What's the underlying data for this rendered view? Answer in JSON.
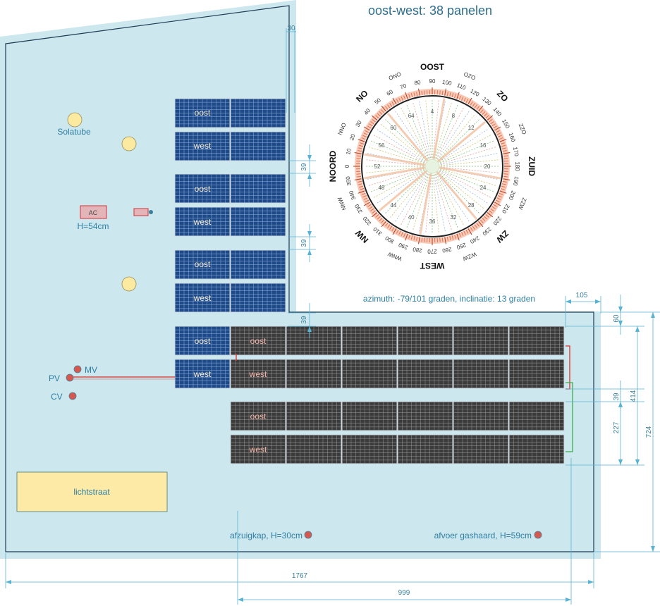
{
  "title": "oost-west: 38 panelen",
  "orientation_note": "azimuth: -79/101 graden, inclinatie: 13 graden",
  "colors": {
    "roof_fill": "#cde7ee",
    "roof_stroke": "#1c3b54",
    "blue_panel": "#1f4a8a",
    "blue_panel_grid": "#8fb0d8",
    "grey_panel": "#3b3b3b",
    "grey_panel_grid": "#9a9a9a",
    "panel_label_blue": "#f3e9d2",
    "panel_label_grey": "#f1b3a8",
    "dimension": "#58b3d3",
    "point_red": "#d6574b",
    "circle_yellow": "#fbeaa0",
    "skylight_fill": "#fdeaa6",
    "wire_red": "#d9322b",
    "wire_green": "#3cad4f"
  },
  "labels": {
    "solatube": "Solatube",
    "ac": "AC",
    "ac_height": "H=54cm",
    "mv": "MV",
    "pv": "PV",
    "cv": "CV",
    "lichtstraat": "lichtstraat",
    "afzuigkap": "afzuigkap, H=30cm",
    "gashaard": "afvoer gashaard, H=59cm"
  },
  "panel_rows": {
    "blue": [
      "oost",
      "west",
      "oost",
      "west",
      "oost",
      "west",
      "oost",
      "west"
    ],
    "grey": [
      "oost",
      "west",
      "oost",
      "west"
    ]
  },
  "dimensions": {
    "d30": "30",
    "d39a": "39",
    "d39b": "39",
    "d39c": "39",
    "d105": "105",
    "d60": "60",
    "d39d": "39",
    "d414": "414",
    "d227": "227",
    "d724": "724",
    "d1767": "1767",
    "d999": "999"
  },
  "compass": {
    "cardinals": {
      "oost": "OOST",
      "zuid": "ZUID",
      "west": "WEST",
      "noord": "NOORD",
      "zo": "ZO",
      "zw": "ZW",
      "nw": "NW",
      "no": "NO"
    },
    "intercardinals": [
      "ONO",
      "OZO",
      "ZZO",
      "ZZW",
      "WZW",
      "WNW",
      "NNW",
      "NNO"
    ],
    "degrees": [
      "0",
      "10",
      "20",
      "30",
      "40",
      "50",
      "60",
      "70",
      "80",
      "90",
      "100",
      "110",
      "120",
      "130",
      "140",
      "150",
      "160",
      "170",
      "180",
      "190",
      "200",
      "210",
      "220",
      "230",
      "240",
      "250",
      "260",
      "270",
      "280",
      "290",
      "300",
      "310",
      "320",
      "330",
      "340",
      "350"
    ],
    "inner_numbers": [
      "4",
      "8",
      "12",
      "16",
      "20",
      "24",
      "28",
      "32",
      "36",
      "40",
      "44",
      "48",
      "52",
      "56",
      "60",
      "64"
    ]
  }
}
